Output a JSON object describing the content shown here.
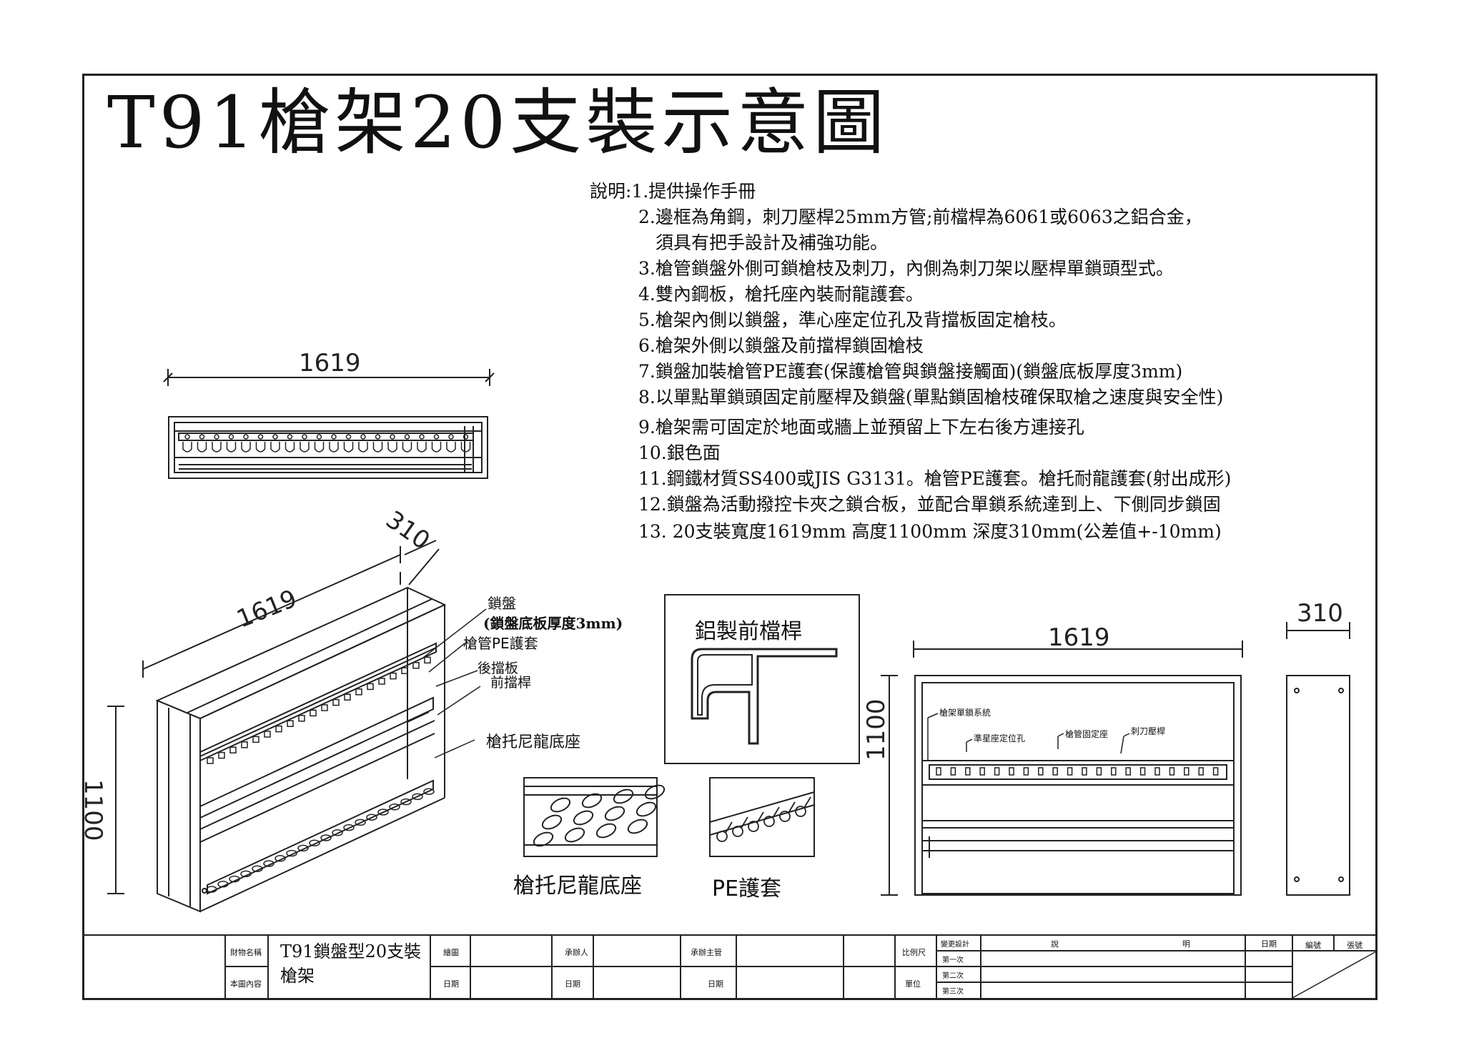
{
  "title": "T91槍架20支裝示意圖",
  "notes_heading": "說明:1.提供操作手冊",
  "notes": [
    "2.邊框為角鋼，刺刀壓桿25mm方管;前檔桿為6061或6063之鋁合金，",
    "須具有把手設計及補強功能。",
    "3.槍管鎖盤外側可鎖槍枝及刺刀，內側為刺刀架以壓桿單鎖頭型式。",
    "4.雙內鋼板，槍托座內裝耐龍護套。",
    "5.槍架內側以鎖盤，準心座定位孔及背擋板固定槍枝。",
    "6.槍架外側以鎖盤及前擋桿鎖固槍枝",
    "7.鎖盤加裝槍管PE護套(保護槍管與鎖盤接觸面)(鎖盤底板厚度3mm)",
    "8.以單點單鎖頭固定前壓桿及鎖盤(單點鎖固槍枝確保取槍之速度與安全性)",
    "9.槍架需可固定於地面或牆上並預留上下左右後方連接孔",
    "10.銀色面",
    "11.鋼鐵材質SS400或JIS G3131。槍管PE護套。槍托耐龍護套(射出成形)",
    "12.鎖盤為活動撥控卡夾之鎖合板，並配合單鎖系統達到上、下側同步鎖固",
    "13. 20支裝寬度1619mm 高度1100mm 深度310mm(公差值+-10mm)"
  ],
  "dimensions": {
    "top_view_width": "1619",
    "iso_width": "1619",
    "iso_depth": "310",
    "iso_height": "1100",
    "front_width": "1619",
    "front_height": "1100",
    "side_depth": "310"
  },
  "callouts": {
    "lock_plate": "鎖盤",
    "lock_plate_note": "(鎖盤底板厚度3mm)",
    "barrel_pe_sleeve": "槍管PE護套",
    "back_plate": "後擋板",
    "front_bar": "前擋桿",
    "stock_nylon_base": "槍托尼龍底座",
    "aluminum_front_bar": "鋁製前檔桿",
    "detail_stock_base": "槍托尼龍底座",
    "detail_pe_sleeve": "PE護套",
    "rack_lock_system": "槍架單鎖系統",
    "sight_hole": "準星座定位孔",
    "barrel_fixture": "槍管固定座",
    "bayonet_bar": "刺刀壓桿"
  },
  "title_block": {
    "item_name_label": "財物名稱",
    "item_name": "T91鎖盤型20支裝槍架",
    "drawing_content_label": "本圖內容",
    "drawn_label": "繪圖",
    "date_label": "日期",
    "contractor_label": "承辦人",
    "supervisor_label": "承辦主管",
    "scale_label": "比例尺",
    "unit_label": "單位",
    "revision_label": "變更設計",
    "first": "第一次",
    "second": "第二次",
    "third": "第三次",
    "desc_col1": "說",
    "desc_col2": "明",
    "date_col": "日期",
    "number_label": "編號",
    "sheet_label": "張號"
  }
}
